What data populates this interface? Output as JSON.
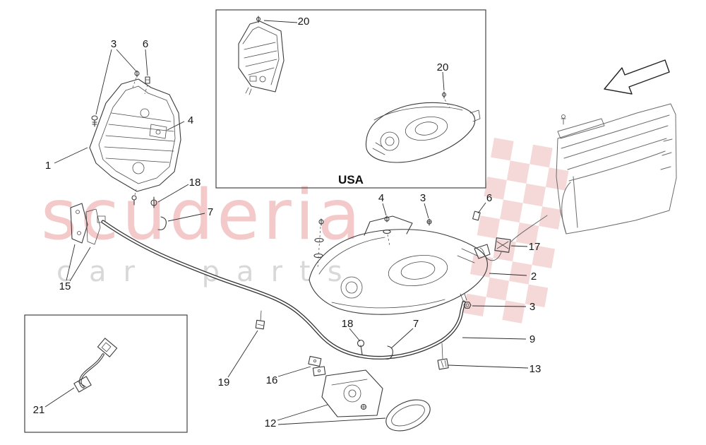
{
  "diagram": {
    "usa_label": "USA",
    "callouts": {
      "usa_rear": "20",
      "usa_front": "20",
      "left_screw": "3",
      "left_clip": "6",
      "left_bracket": "4",
      "left_headlight": "1",
      "left_grommet": "18",
      "left_cable_clip": "7",
      "left_lower_bracket": "15",
      "right_bracket": "4",
      "right_screw": "3",
      "right_clip": "6",
      "connector": "17",
      "right_headlight": "2",
      "right_nut": "3",
      "harness": "9",
      "harness_clip": "13",
      "bottom_grommet": "18",
      "bottom_clip": "7",
      "cable_clip_19": "19",
      "bracket_16": "16",
      "covers_12": "12",
      "cable_21": "21"
    }
  },
  "watermark": {
    "title": "scuderia",
    "subtitle": "car parts",
    "title_color": "#d85050",
    "subtitle_color": "#b9b9b9",
    "checker_color": "#e8a8a8"
  }
}
